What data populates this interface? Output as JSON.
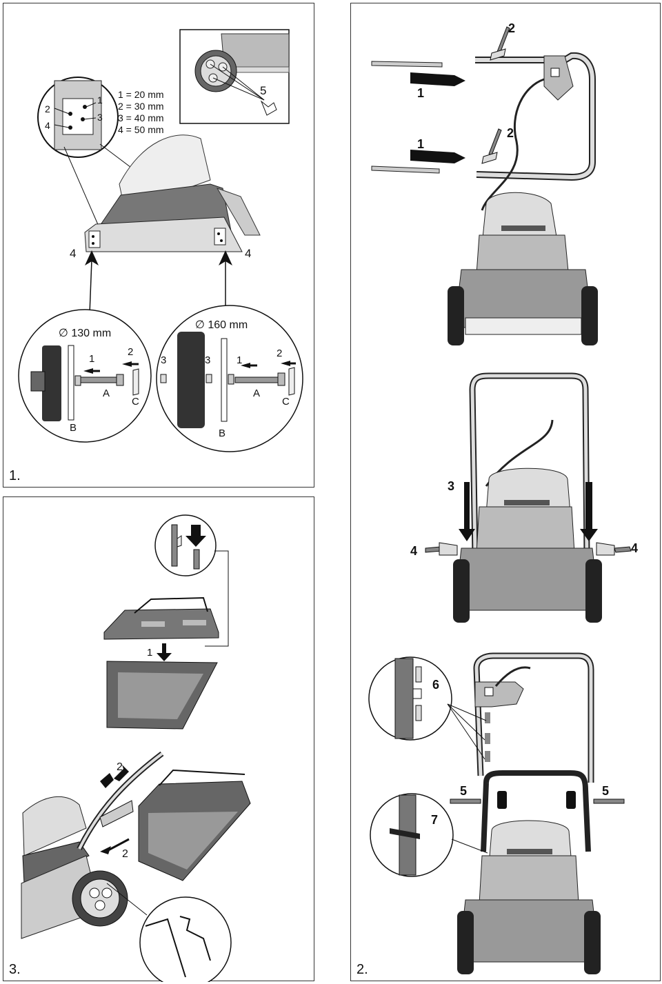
{
  "figure1": {
    "label": "1.",
    "spacing": [
      "1 = 20 mm",
      "2 = 30 mm",
      "3 = 40 mm",
      "4 = 50 mm"
    ],
    "hole_labels": [
      "1",
      "2",
      "3",
      "4"
    ],
    "inset_ref": "5",
    "side_refs": [
      "4",
      "4"
    ],
    "small_wheel": {
      "diameter": "∅ 130 mm",
      "parts": [
        "1",
        "2",
        "A",
        "B",
        "C"
      ]
    },
    "large_wheel": {
      "diameter": "∅ 160 mm",
      "parts": [
        "3",
        "3",
        "1",
        "2",
        "A",
        "B",
        "C"
      ]
    }
  },
  "figure2": {
    "label": "2.",
    "refs": {
      "r1a": "1",
      "r1b": "1",
      "r2a": "2",
      "r2b": "2",
      "r3": "3",
      "r4a": "4",
      "r4b": "4",
      "r5a": "5",
      "r5b": "5",
      "r6": "6",
      "r7": "7"
    }
  },
  "figure3": {
    "label": "3.",
    "refs": {
      "r1": "1",
      "r2a": "2",
      "r2b": "2"
    }
  }
}
